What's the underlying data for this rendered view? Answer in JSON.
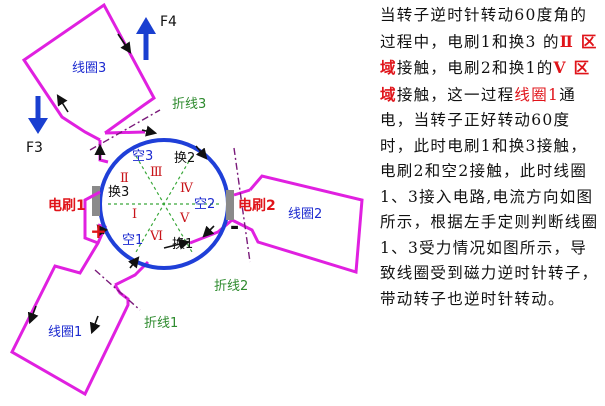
{
  "coils": {
    "coil1": "线圈1",
    "coil2": "线圈2",
    "coil3": "线圈3"
  },
  "fold_lines": {
    "fold1": "折线1",
    "fold2": "折线2",
    "fold3": "折线3"
  },
  "forces": {
    "f3": "F3",
    "f4": "F4"
  },
  "brushes": {
    "brush1": "电刷1",
    "brush2": "电刷2"
  },
  "commutator": {
    "seg1": "换1",
    "seg2": "换2",
    "seg3": "换3",
    "gap1": "空1",
    "gap2": "空2",
    "gap3": "空3"
  },
  "regions": [
    "Ⅰ",
    "Ⅱ",
    "Ⅲ",
    "Ⅳ",
    "Ⅴ",
    "Ⅵ"
  ],
  "polarity": {
    "plus": "+",
    "minus": "-"
  },
  "explanation": {
    "p1": "当转子逆时针转动60度角的过程中，电刷1和换3 的",
    "r1": "Ⅱ 区域",
    "p2": "接触，电刷2和换1的",
    "r2": "Ⅴ 区域",
    "p3": "接触，这一过程",
    "c1": "线圈1",
    "p4": "通电，当转子正好转动60度时，此时电刷1和换3接触，电刷2和空2接触，此时线圈1、3接入电路,电流方向如图所示，根据左手定则判断线圈1、3受力情况如图所示，导致线圈受到磁力逆时针转子，带动转子也逆时针转动。"
  },
  "colors": {
    "coil": "#e020e0",
    "commutator": "#1f3fd8",
    "force_arrow": "#1a3fd0",
    "fold_line": "#7a1a7a",
    "accent_red": "#e0141a",
    "label_blue": "#1d2bd0",
    "label_green": "#2e8b2e"
  }
}
